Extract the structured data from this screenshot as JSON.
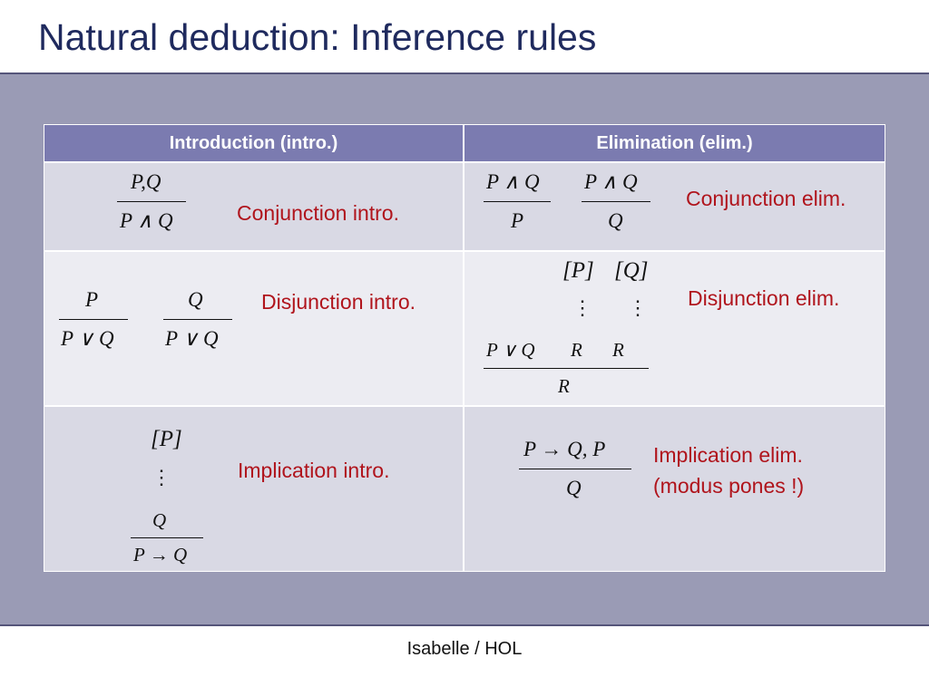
{
  "title": "Natural deduction: Inference rules",
  "table": {
    "headers": [
      "Introduction (intro.)",
      "Elimination (elim.)"
    ],
    "rows": [
      {
        "intro": {
          "premise": "P,Q",
          "conclusion": "P ∧ Q",
          "label": "Conjunction intro."
        },
        "elim": {
          "premise1": "P ∧ Q",
          "conclusion1": "P",
          "premise2": "P ∧ Q",
          "conclusion2": "Q",
          "label": "Conjunction elim."
        }
      },
      {
        "intro": {
          "premise1": "P",
          "conclusion1": "P ∨ Q",
          "premise2": "Q",
          "conclusion2": "P ∨ Q",
          "label": "Disjunction intro."
        },
        "elim": {
          "assume1": "[P]",
          "assume2": "[Q]",
          "dots": "⋮",
          "premise_a": "P ∨ Q",
          "premise_b": "R",
          "premise_c": "R",
          "conclusion": "R",
          "label": "Disjunction elim."
        }
      },
      {
        "intro": {
          "assume": "[P]",
          "dots": "⋮",
          "derived": "Q",
          "conclusion": "P → Q",
          "label": "Implication intro."
        },
        "elim": {
          "premise": "P → Q, P",
          "conclusion": "Q",
          "label_line1": "Implication elim.",
          "label_line2": "(modus pones !)"
        }
      }
    ]
  },
  "footer": "Isabelle / HOL",
  "colors": {
    "title": "#1f2a5e",
    "band": "#9a9bb5",
    "header": "#7b7bb0",
    "label": "#b0141c"
  }
}
